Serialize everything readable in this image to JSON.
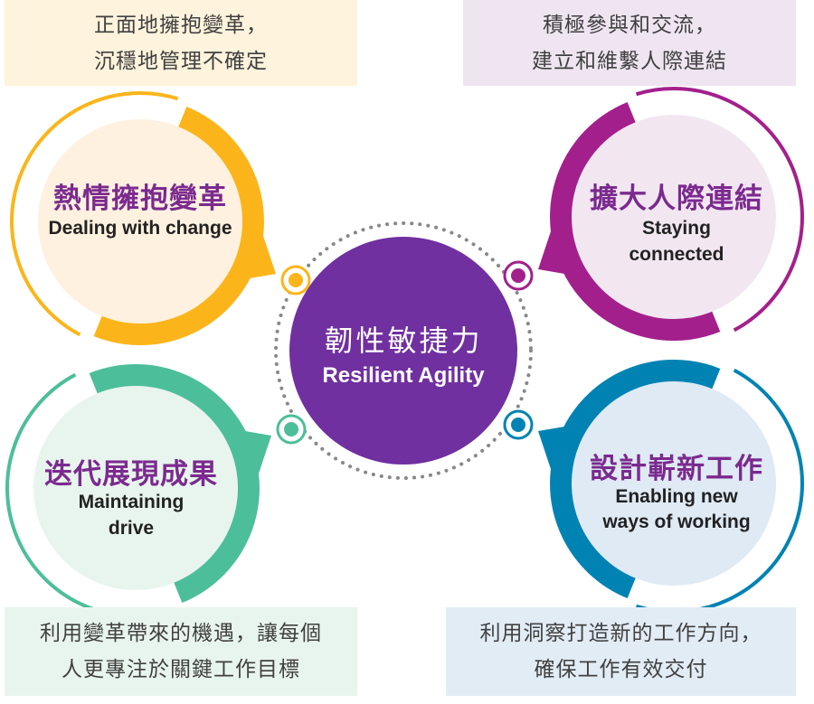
{
  "center": {
    "title_zh": "韌性敏捷力",
    "title_en": "Resilient Agility",
    "color": "#7030A0"
  },
  "quadrants": [
    {
      "id": "tl",
      "title_zh": "熱情擁抱變革",
      "title_en": [
        "Dealing with change"
      ],
      "desc": [
        "正面地擁抱變革，",
        "沉穩地管理不確定"
      ],
      "color": "#FBB51B",
      "fill": "#FEF1DF",
      "box": "#FEF3DC"
    },
    {
      "id": "tr",
      "title_zh": "擴大人際連結",
      "title_en": [
        "Staying",
        "connected"
      ],
      "desc": [
        "積極參與和交流，",
        "建立和維繫人際連結"
      ],
      "color": "#A3208C",
      "fill": "#F2E7F1",
      "box": "#EEE5F0"
    },
    {
      "id": "bl",
      "title_zh": "迭代展現成果",
      "title_en": [
        "Maintaining",
        "drive"
      ],
      "desc": [
        "利用變革帶來的機遇，讓每個",
        "人更專注於關鍵工作目標"
      ],
      "color": "#4DBE9A",
      "fill": "#E8F5EE",
      "box": "#E8F5EE"
    },
    {
      "id": "br",
      "title_zh": "設計嶄新工作",
      "title_en": [
        "Enabling new",
        "ways of working"
      ],
      "desc": [
        "利用洞察打造新的工作方向，",
        "確保工作有效交付"
      ],
      "color": "#0083B3",
      "fill": "#DFEAF4",
      "box": "#E2ECF5"
    }
  ]
}
